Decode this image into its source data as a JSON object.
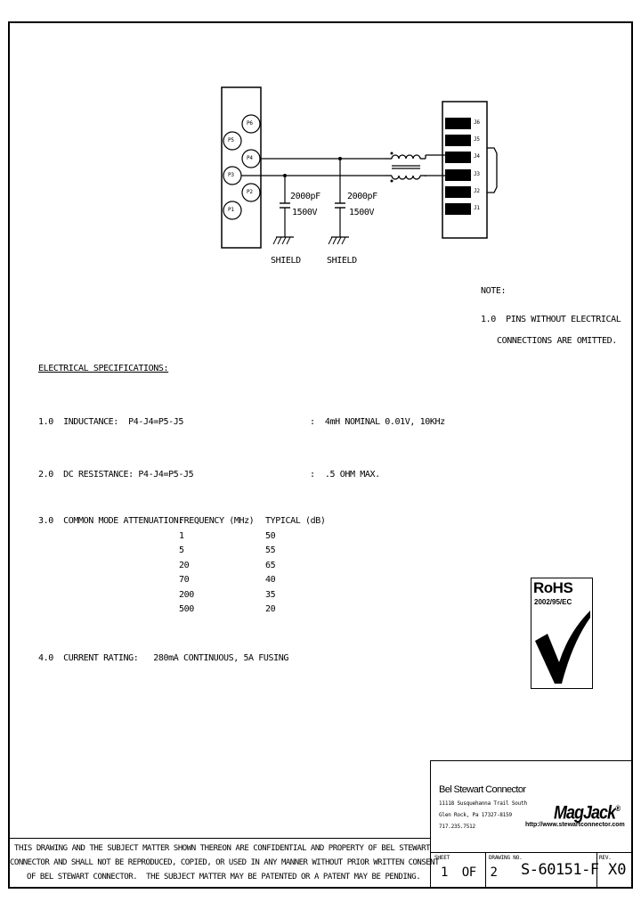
{
  "schematic": {
    "pins_left": [
      "P6",
      "P5",
      "P4",
      "P3",
      "P2",
      "P1"
    ],
    "pins_right": [
      "J6",
      "J5",
      "J4",
      "J3",
      "J2",
      "J1"
    ],
    "capacitors": [
      {
        "value": "2000pF",
        "voltage": "1500V"
      },
      {
        "value": "2000pF",
        "voltage": "1500V"
      }
    ],
    "shield_labels": [
      "SHIELD",
      "SHIELD"
    ]
  },
  "note": {
    "heading": "NOTE:",
    "line1": "1.0  PINS WITHOUT ELECTRICAL",
    "line2": "CONNECTIONS ARE OMITTED."
  },
  "specs": {
    "heading": "ELECTRICAL SPECIFICATIONS:",
    "inductance_label": "1.0  INDUCTANCE:  P4-J4=P5-J5",
    "inductance_value": ":  4mH NOMINAL 0.01V, 10KHz",
    "dcr_label": "2.0  DC RESISTANCE: P4-J4=P5-J5",
    "dcr_value": ":  .5 OHM MAX.",
    "cma_label": "3.0  COMMON MODE ATTENUATION:",
    "cma_col1": "FREQUENCY (MHz)",
    "cma_col2": "TYPICAL (dB)",
    "cma_rows": [
      {
        "freq": "1",
        "typ": "50"
      },
      {
        "freq": "5",
        "typ": "55"
      },
      {
        "freq": "20",
        "typ": "65"
      },
      {
        "freq": "70",
        "typ": "40"
      },
      {
        "freq": "200",
        "typ": "35"
      },
      {
        "freq": "500",
        "typ": "20"
      }
    ],
    "current_label": "4.0  CURRENT RATING:   280mA CONTINUOUS, 5A FUSING"
  },
  "rohs": {
    "title": "RoHS",
    "directive": "2002/95/EC"
  },
  "title_block": {
    "company": "Bel Stewart Connector",
    "address1": "11118 Susquehanna Trail South",
    "address2": "Glen Rock, Pa 17327-8159",
    "phone": "717.235.7512",
    "brand": "MagJack",
    "brand_mark": "®",
    "website": "http://www.stewartconnector.com",
    "sheet_label": "SHEET",
    "sheet_value": "1  OF  2",
    "drawing_label": "DRAWING NO.",
    "drawing_value": "S-60151-F",
    "rev_label": "REV.",
    "rev_value": "X0"
  },
  "confidential": {
    "line1": "THIS DRAWING AND THE SUBJECT MATTER SHOWN THEREON ARE CONFIDENTIAL AND PROPERTY OF BEL STEWART",
    "line2": "CONNECTOR AND SHALL NOT BE REPRODUCED, COPIED, OR USED IN ANY MANNER WITHOUT PRIOR WRITTEN CONSENT",
    "line3": "OF BEL STEWART CONNECTOR.  THE SUBJECT MATTER MAY BE PATENTED OR A PATENT MAY BE PENDING."
  }
}
